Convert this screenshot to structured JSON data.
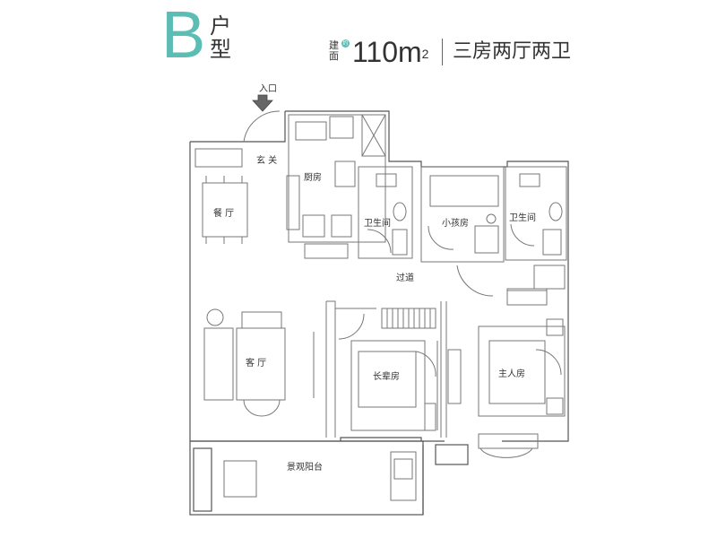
{
  "header": {
    "type_letter": "B",
    "type_suffix_1": "户",
    "type_suffix_2": "型",
    "area_label_1": "建",
    "area_label_2": "面",
    "area_badge": "约",
    "area_value": "110m",
    "area_unit_sup": "2",
    "room_config": "三房两厅两卫"
  },
  "colors": {
    "accent": "#5cbdb5",
    "wall": "#555555",
    "line": "#999999"
  },
  "rooms": {
    "entrance": "入口",
    "foyer": "玄 关",
    "kitchen": "厨房",
    "dining": "餐 厅",
    "bathroom_1": "卫生间",
    "kids_room": "小孩房",
    "bathroom_2": "卫生间",
    "corridor": "过道",
    "living": "客 厅",
    "elder_room": "长辈房",
    "master": "主人房",
    "balcony": "景观阳台"
  }
}
